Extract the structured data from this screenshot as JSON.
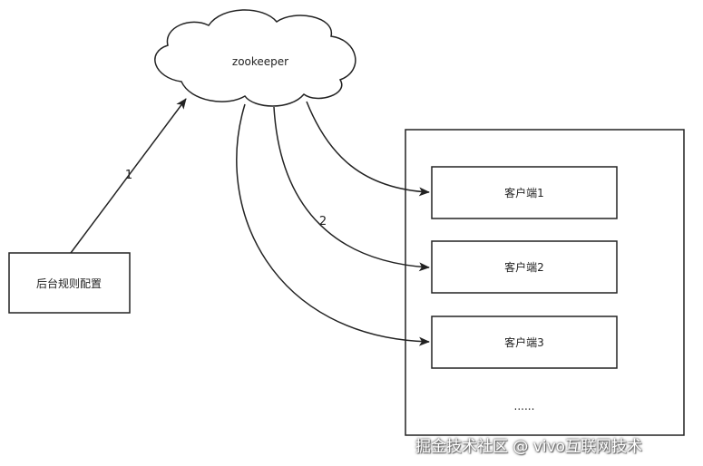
{
  "diagram": {
    "cloud_label": "zookeeper",
    "admin_label": "后台规则配置",
    "clients": [
      {
        "label": "客户端1"
      },
      {
        "label": "客户端2"
      },
      {
        "label": "客户端3"
      }
    ],
    "ellipsis": "......",
    "edge_label_1": "1",
    "edge_label_2": "2"
  },
  "watermark": "掘金技术社区 @ vivo互联网技术",
  "colors": {
    "stroke": "#222222",
    "background": "#ffffff"
  }
}
